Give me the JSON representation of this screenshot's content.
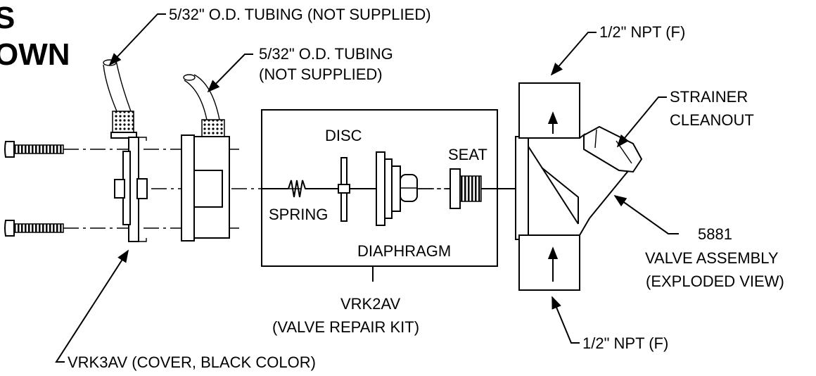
{
  "title": {
    "line1": "S",
    "line2": "OWN"
  },
  "labels": {
    "tubing_top": "5/32\" O.D. TUBING (NOT SUPPLIED)",
    "tubing_second_1": "5/32\" O.D. TUBING",
    "tubing_second_2": "(NOT SUPPLIED)",
    "npt_top": "1/2\" NPT (F)",
    "npt_bottom": "1/2\" NPT (F)",
    "strainer_1": "STRAINER",
    "strainer_2": "CLEANOUT",
    "disc": "DISC",
    "seat": "SEAT",
    "spring": "SPRING",
    "diaphragm": "DIAPHRAGM",
    "valve_id": "5881",
    "valve_1": "VALVE ASSEMBLY",
    "valve_2": "(EXPLODED VIEW)",
    "kit_id": "VRK2AV",
    "kit_desc": "(VALVE REPAIR KIT)",
    "cover": "VRK3AV (COVER, BLACK COLOR)"
  }
}
